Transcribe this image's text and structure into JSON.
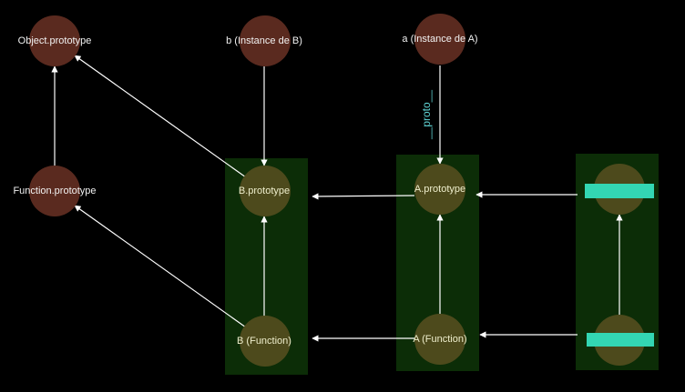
{
  "nodes": {
    "object_prototype": "Object.prototype",
    "function_prototype": "Function.prototype",
    "instance_b": "b (Instance de B)",
    "instance_a": "a (Instance de A)",
    "b_prototype": "B.prototype",
    "a_prototype": "A.prototype",
    "b_function": "B (Function)",
    "a_function": "A (Function)"
  },
  "edge_label": "__proto__",
  "colors": {
    "background": "#000000",
    "column": "#0c2d07",
    "brown_node": "#5a2a1f",
    "olive_node": "#4d4a1c",
    "edge": "#ffffff",
    "edge_label": "#5fd3d3",
    "redaction_bar": "#33d6b3"
  }
}
